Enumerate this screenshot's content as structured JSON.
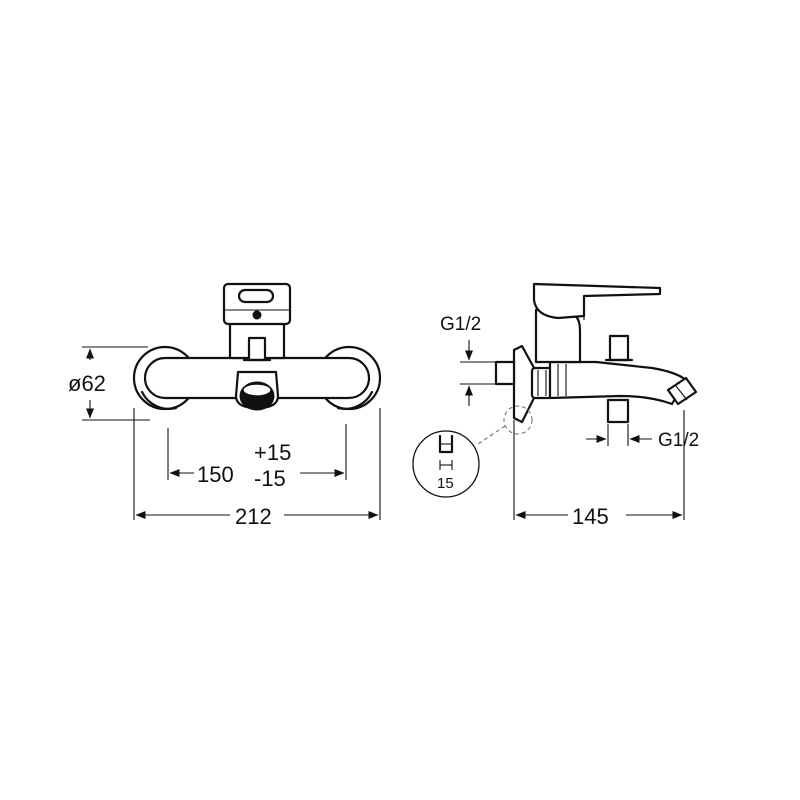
{
  "drawing": {
    "front_view": {
      "diameter_label": "ø62",
      "spacing_label": "150",
      "tolerance_plus": "+15",
      "tolerance_minus": "-15",
      "width_label": "212"
    },
    "side_view": {
      "thread_inlet_label": "G1/2",
      "thread_outlet_label": "G1/2",
      "depth_label": "145"
    },
    "detail": {
      "height_label": "15"
    }
  }
}
